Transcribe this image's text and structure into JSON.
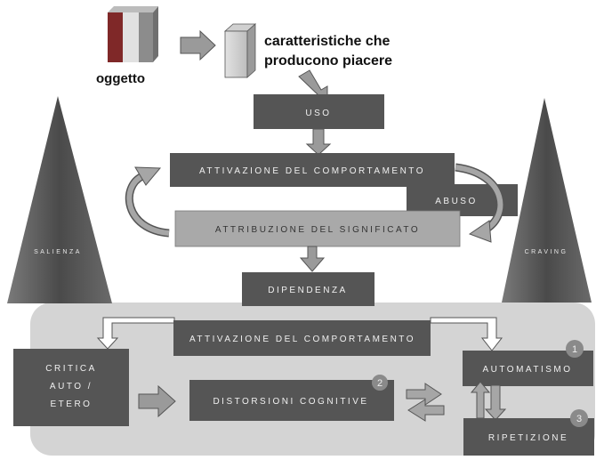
{
  "labels": {
    "oggetto": "oggetto",
    "caratteristiche_line1": "caratteristiche che",
    "caratteristiche_line2": "producono piacere",
    "uso": "USO",
    "attivazione_top": "ATTIVAZIONE DEL COMPORTAMENTO",
    "abuso": "ABUSO",
    "attribuzione": "ATTRIBUZIONE DEL SIGNIFICATO",
    "dipendenza": "DIPENDENZA",
    "salienza": "SALIENZA",
    "craving": "CRAVING",
    "attivazione_bottom": "ATTIVAZIONE DEL COMPORTAMENTO",
    "critica_line1": "CRITICA",
    "critica_line2": "AUTO /",
    "critica_line3": "ETERO",
    "distorsioni": "DISTORSIONI COGNITIVE",
    "automatismo": "AUTOMATISMO",
    "ripetizione": "RIPETIZIONE"
  },
  "badges": {
    "automatismo": "1",
    "distorsioni": "2",
    "ripetizione": "3"
  },
  "colors": {
    "dark_box": "#555555",
    "light_box": "#a9a9a9",
    "panel": "#d4d4d4",
    "arrow_gray": "#9a9a9a",
    "triangle": "#5a5a5a",
    "badge": "#8a8a8a"
  }
}
